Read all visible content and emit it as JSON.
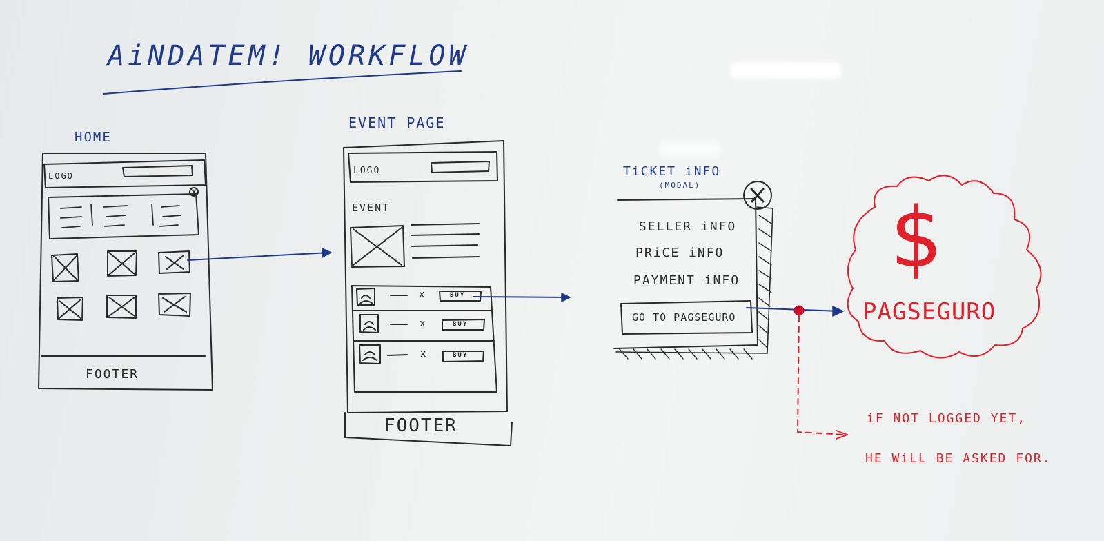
{
  "title": "AiNDATEM! WORKFLOW",
  "home": {
    "heading": "HOME",
    "logo": "LOGO",
    "footer": "FOOTER"
  },
  "event_page": {
    "heading": "EVENT PAGE",
    "logo": "LOGO",
    "event_label": "EVENT",
    "buy_label": "BUY",
    "x_mark": "x",
    "footer": "FOOTER"
  },
  "ticket_info": {
    "heading": "TiCKET iNFO",
    "subheading": "(MODAL)",
    "lines": [
      "SELLER iNFO",
      "PRiCE iNFO",
      "PAYMENT iNFO"
    ],
    "button": "GO TO PAGSEGURO"
  },
  "pagseguro": {
    "symbol": "$",
    "label": "PAGSEGURO"
  },
  "note": {
    "line1": "iF NOT LOGGED YET,",
    "line2": "HE WiLL BE ASKED FOR."
  },
  "colors": {
    "ink": "#2a2a2a",
    "blue": "#1f3a8a",
    "red": "#e0202a"
  }
}
